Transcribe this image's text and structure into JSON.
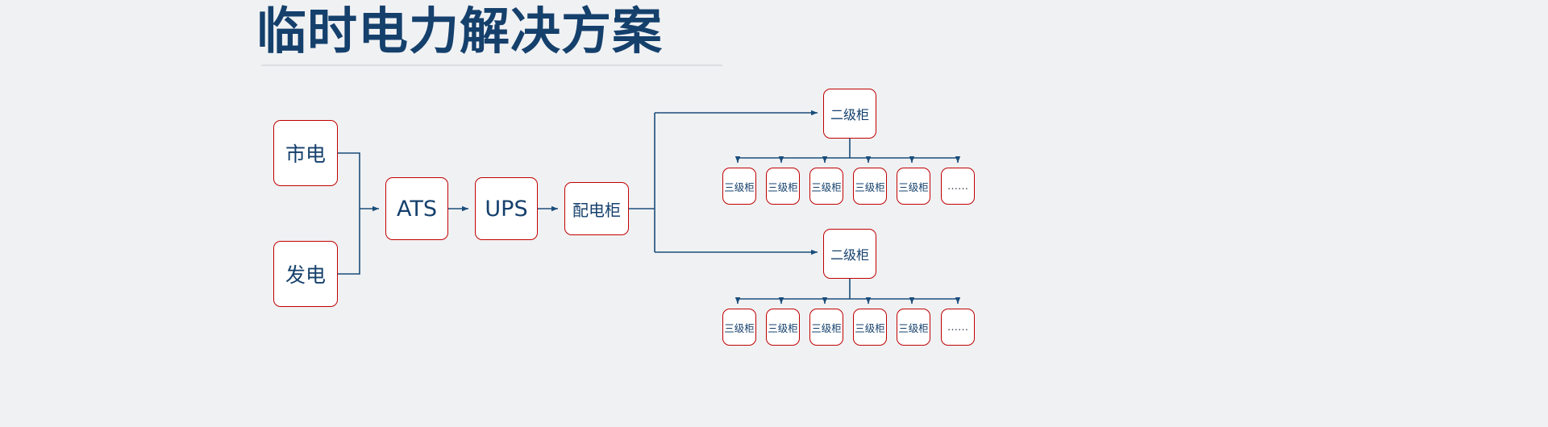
{
  "page": {
    "title": "临时电力解决方案",
    "background_color": "#f0f1f3",
    "accent_color": "#15406c",
    "box_border_color": "#c00000",
    "connector_color": "#1a4d7a"
  },
  "diagram": {
    "type": "flowchart",
    "sources": [
      {
        "id": "mains",
        "label": "市电"
      },
      {
        "id": "generator",
        "label": "发电"
      }
    ],
    "chain": [
      {
        "id": "ats",
        "label": "ATS"
      },
      {
        "id": "ups",
        "label": "UPS"
      },
      {
        "id": "dist",
        "label": "配电柜"
      }
    ],
    "branches": [
      {
        "id": "secondary-top",
        "label": "二级柜",
        "children": [
          {
            "label": "三级柜"
          },
          {
            "label": "三级柜"
          },
          {
            "label": "三级柜"
          },
          {
            "label": "三级柜"
          },
          {
            "label": "三级柜"
          },
          {
            "label": "……"
          }
        ]
      },
      {
        "id": "secondary-bottom",
        "label": "二级柜",
        "children": [
          {
            "label": "三级柜"
          },
          {
            "label": "三级柜"
          },
          {
            "label": "三级柜"
          },
          {
            "label": "三级柜"
          },
          {
            "label": "三级柜"
          },
          {
            "label": "……"
          }
        ]
      }
    ]
  }
}
